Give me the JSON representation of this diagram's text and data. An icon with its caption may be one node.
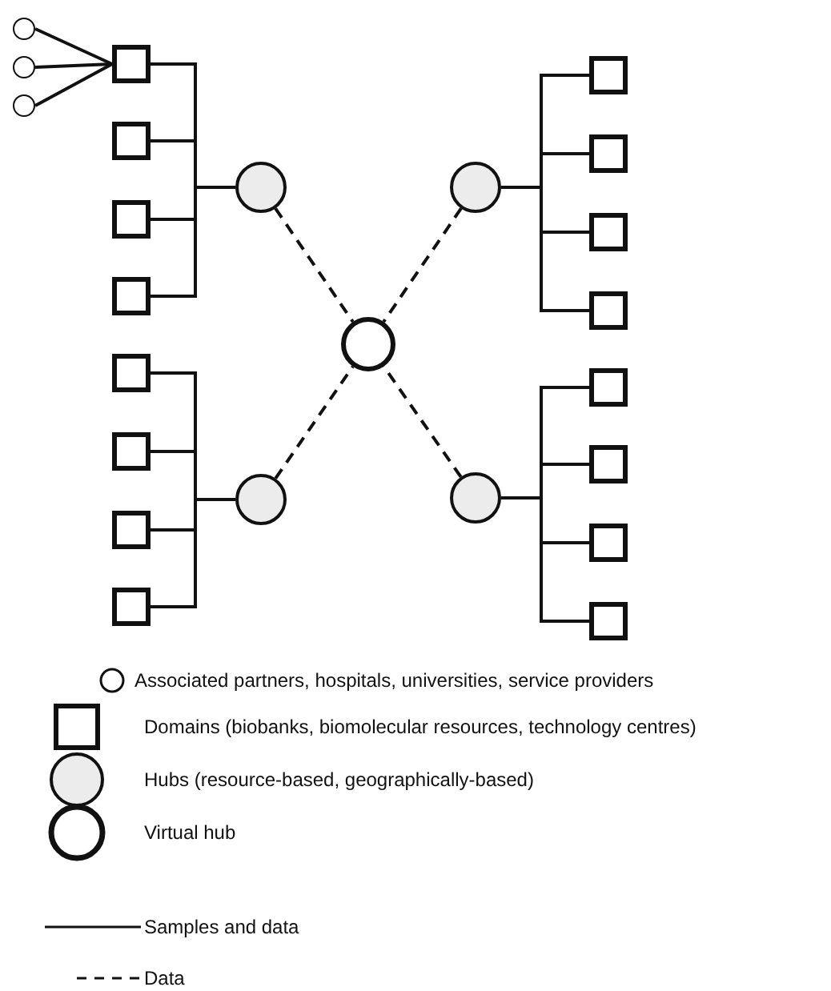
{
  "diagram": {
    "nodes": [
      {
        "text": [],
        "shape": "circle"
      },
      {
        "text": [],
        "shape": "circle"
      },
      {
        "text": [],
        "shape": "circle"
      },
      {
        "text": [],
        "shape": "box"
      },
      {
        "text": [],
        "shape": "box"
      },
      {
        "text": [],
        "shape": "box"
      },
      {
        "text": [],
        "shape": "box"
      },
      {
        "text": [],
        "shape": "box"
      },
      {
        "text": [],
        "shape": "box"
      },
      {
        "text": [],
        "shape": "box"
      },
      {
        "text": [],
        "shape": "box"
      },
      {
        "text": [],
        "shape": "box"
      },
      {
        "text": [],
        "shape": "box"
      },
      {
        "text": [],
        "shape": "box"
      },
      {
        "text": [],
        "shape": "box"
      },
      {
        "text": [],
        "shape": "box"
      },
      {
        "text": [],
        "shape": "box"
      },
      {
        "text": [],
        "shape": "box"
      },
      {
        "text": [],
        "shape": "box"
      },
      {
        "text": [],
        "shape": "circle"
      },
      {
        "text": [],
        "shape": "circle"
      },
      {
        "text": [],
        "shape": "circle"
      },
      {
        "text": [],
        "shape": "circle"
      },
      {
        "text": [],
        "shape": "circle"
      }
    ],
    "edges": [
      {
        "from": 0,
        "to": 3,
        "arrow": "none"
      },
      {
        "from": 1,
        "to": 3,
        "arrow": "none"
      },
      {
        "from": 2,
        "to": 3,
        "arrow": "none"
      },
      {
        "from": 3,
        "to": 19,
        "arrow": "none"
      },
      {
        "from": 4,
        "to": 19,
        "arrow": "none"
      },
      {
        "from": 5,
        "to": 19,
        "arrow": "none"
      },
      {
        "from": 6,
        "to": 19,
        "arrow": "none"
      },
      {
        "from": 7,
        "to": 20,
        "arrow": "none"
      },
      {
        "from": 8,
        "to": 20,
        "arrow": "none"
      },
      {
        "from": 9,
        "to": 20,
        "arrow": "none"
      },
      {
        "from": 10,
        "to": 20,
        "arrow": "none"
      },
      {
        "from": 11,
        "to": 21,
        "arrow": "none"
      },
      {
        "from": 12,
        "to": 21,
        "arrow": "none"
      },
      {
        "from": 13,
        "to": 21,
        "arrow": "none"
      },
      {
        "from": 14,
        "to": 21,
        "arrow": "none"
      },
      {
        "from": 15,
        "to": 22,
        "arrow": "none"
      },
      {
        "from": 16,
        "to": 22,
        "arrow": "none"
      },
      {
        "from": 17,
        "to": 22,
        "arrow": "none"
      },
      {
        "from": 18,
        "to": 22,
        "arrow": "none"
      },
      {
        "from": 19,
        "to": 23,
        "arrow": "none",
        "style": "dashed"
      },
      {
        "from": 21,
        "to": 23,
        "arrow": "none",
        "style": "dashed"
      },
      {
        "from": 20,
        "to": 23,
        "arrow": "none",
        "style": "dashed"
      },
      {
        "from": 22,
        "to": 23,
        "arrow": "none",
        "style": "dashed"
      }
    ],
    "legend": [
      {
        "text": "Associated partners, hospitals, universities, service providers"
      },
      {
        "text": "Domains (biobanks, biomolecular resources, technology centres)"
      },
      {
        "text": "Hubs (resource-based, geographically-based)"
      },
      {
        "text": "Virtual hub"
      },
      {
        "text": "Samples and data"
      },
      {
        "text": "Data"
      }
    ]
  }
}
